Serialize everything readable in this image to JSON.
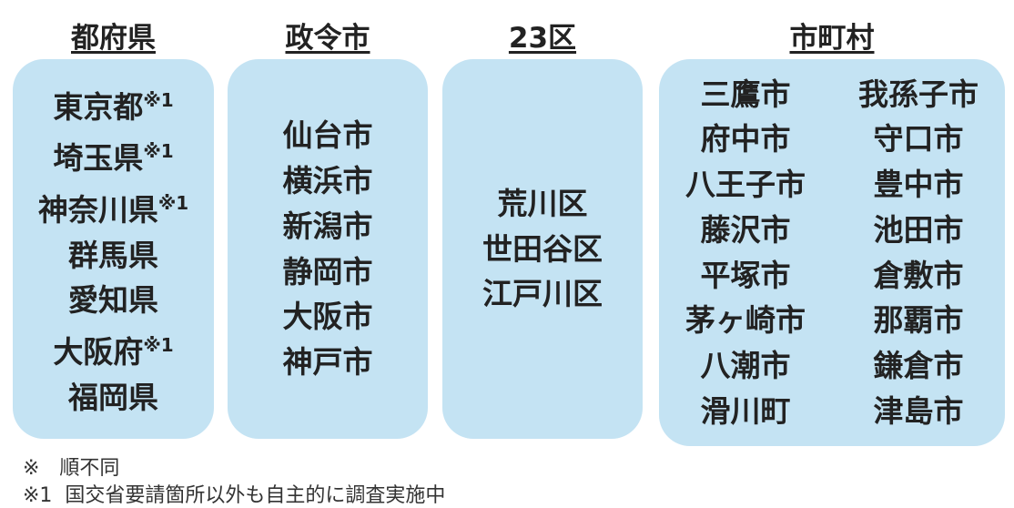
{
  "columns": [
    {
      "heading": "都府県",
      "items": [
        {
          "name": "東京都",
          "mark": "※1"
        },
        {
          "name": "埼玉県",
          "mark": "※1"
        },
        {
          "name": "神奈川県",
          "mark": "※1"
        },
        {
          "name": "群馬県",
          "mark": ""
        },
        {
          "name": "愛知県",
          "mark": ""
        },
        {
          "name": "大阪府",
          "mark": "※1"
        },
        {
          "name": "福岡県",
          "mark": ""
        }
      ]
    },
    {
      "heading": "政令市",
      "items": [
        "仙台市",
        "横浜市",
        "新潟市",
        "静岡市",
        "大阪市",
        "神戸市"
      ]
    },
    {
      "heading": "23区",
      "items": [
        "荒川区",
        "世田谷区",
        "江戸川区"
      ]
    },
    {
      "heading": "市町村",
      "left": [
        "三鷹市",
        "府中市",
        "八王子市",
        "藤沢市",
        "平塚市",
        "茅ヶ崎市",
        "八潮市",
        "滑川町"
      ],
      "right": [
        "我孫子市",
        "守口市",
        "豊中市",
        "池田市",
        "倉敷市",
        "那覇市",
        "鎌倉市",
        "津島市"
      ]
    }
  ],
  "notes": [
    "※　順不同",
    "※1  国交省要請箇所以外も自主的に調査実施中"
  ],
  "colors": {
    "box": "#c4e3f3"
  }
}
